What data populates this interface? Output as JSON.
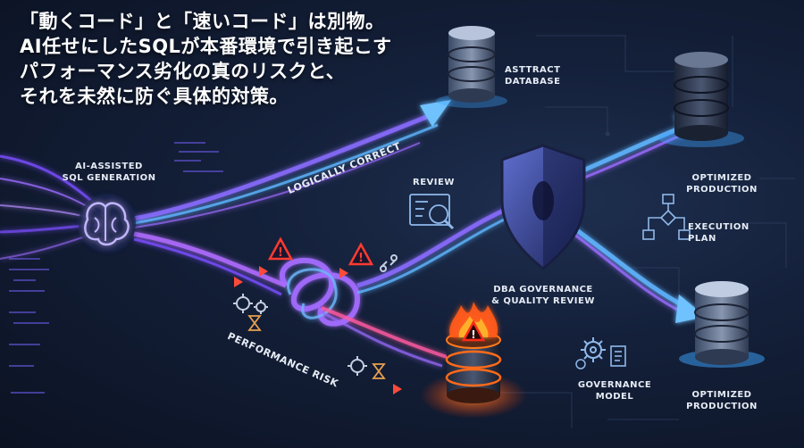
{
  "headline": {
    "line1": "「動くコード」と「速いコード」は別物。",
    "line2": "AI任せにしたSQLが本番環境で引き起こす",
    "line3": "パフォーマンス劣化の真のリスクと、",
    "line4": "それを未然に防ぐ具体的対策。"
  },
  "labels": {
    "ai_sql_line1": "AI-ASSISTED",
    "ai_sql_line2": "SQL GENERATION",
    "logically_correct": "LOGICALLY CORRECT",
    "performance_risk": "PERFORMANCE RISK",
    "abstract_db_line1": "ASTTRACT",
    "abstract_db_line2": "DATABASE",
    "review": "REVIEW",
    "dba_line1": "DBA GOVERNANCE",
    "dba_line2": "& QUALITY REVIEW",
    "optimized_top_line1": "OPTIMIZED",
    "optimized_top_line2": "PRODUCTION",
    "execution_line1": "EXECUTION",
    "execution_line2": "PLAN",
    "governance_line1": "GOVERNANCE",
    "governance_line2": "MODEL",
    "optimized_bottom_line1": "OPTIMIZED",
    "optimized_bottom_line2": "PRODUCTION"
  },
  "icons": [
    "brain-icon",
    "database-icon",
    "shield-icon",
    "magnifier-icon",
    "flowchart-icon",
    "warning-icon",
    "gear-icon",
    "hourglass-icon",
    "document-icon",
    "fire-icon"
  ],
  "colors": {
    "flow_purple": "#9b6bff",
    "flow_blue": "#4fc3ff",
    "alert": "#ff3b2f",
    "fire": "#ff7a1a",
    "shield": "#3a4c9a"
  }
}
